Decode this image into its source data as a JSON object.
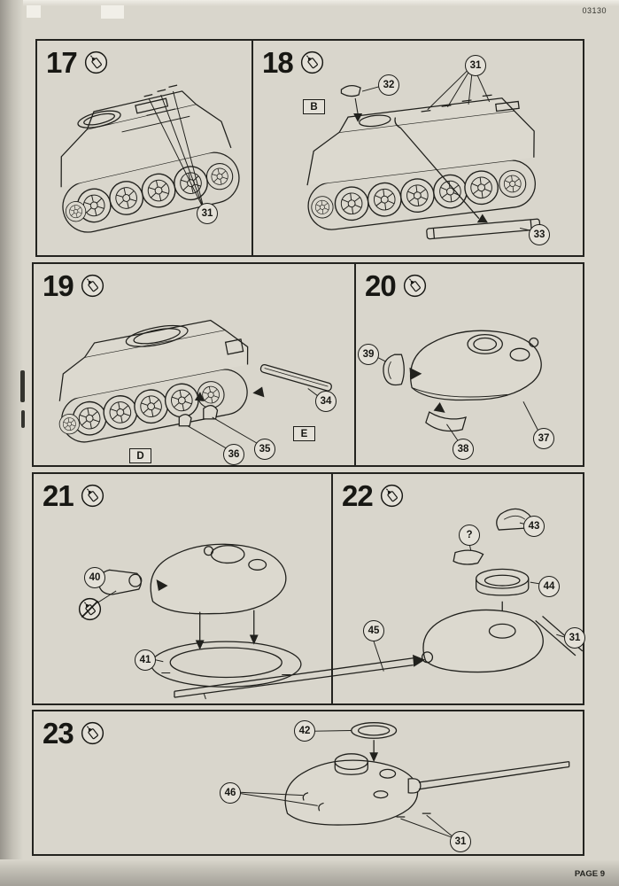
{
  "page": {
    "code": "03130",
    "footer": "PAGE 9"
  },
  "steps": [
    {
      "id": "17",
      "callouts": [
        "31"
      ]
    },
    {
      "id": "18",
      "callouts": [
        "32",
        "31",
        "33"
      ],
      "markers": [
        "B"
      ]
    },
    {
      "id": "19",
      "callouts": [
        "34",
        "35",
        "36"
      ],
      "markers": [
        "E",
        "D"
      ]
    },
    {
      "id": "20",
      "callouts": [
        "39",
        "38",
        "37"
      ]
    },
    {
      "id": "21",
      "callouts": [
        "40",
        "41"
      ]
    },
    {
      "id": "22",
      "callouts": [
        "43",
        "?",
        "44",
        "45",
        "31"
      ]
    },
    {
      "id": "23",
      "callouts": [
        "42",
        "46",
        "31"
      ]
    }
  ]
}
